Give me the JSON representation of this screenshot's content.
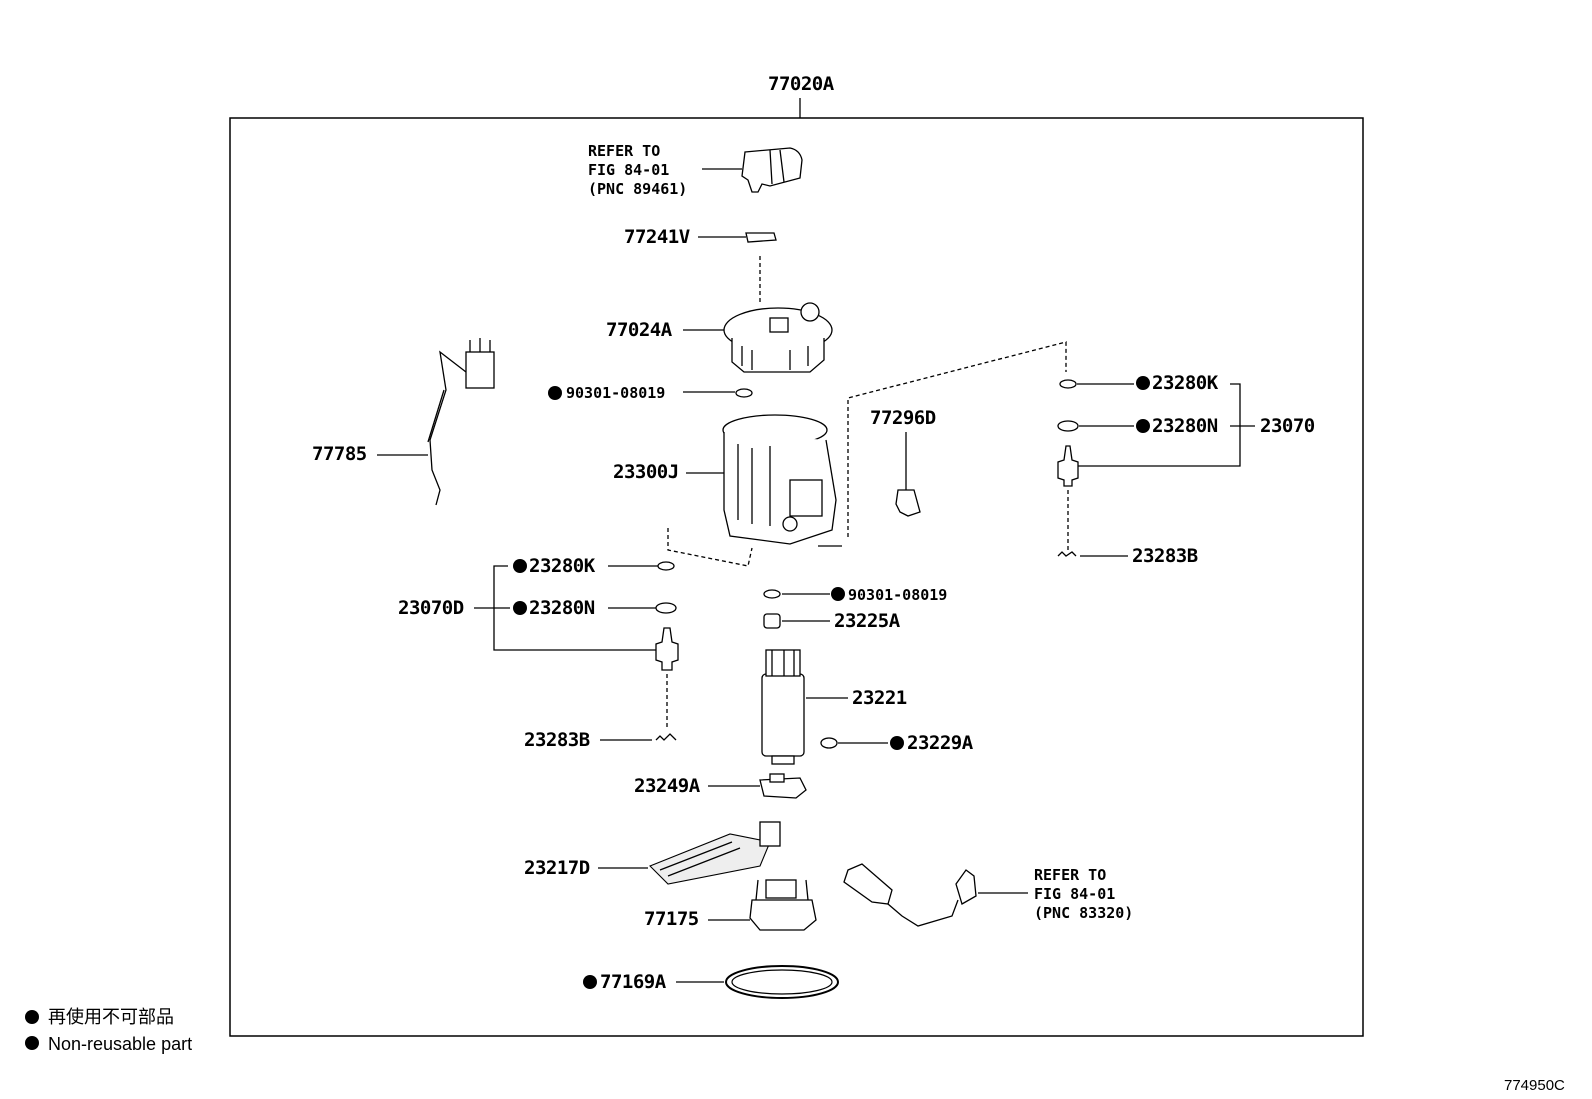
{
  "assembly_label": "77020A",
  "refer_top": [
    "REFER TO",
    "FIG 84-01",
    "(PNC 89461)"
  ],
  "refer_bottom": [
    "REFER TO",
    "FIG 84-01",
    "(PNC 83320)"
  ],
  "parts": {
    "p77241V": "77241V",
    "p77024A": "77024A",
    "p90301_upper": "90301-08019",
    "p23300J": "23300J",
    "p77785": "77785",
    "p77296D": "77296D",
    "p23280K_right": "23280K",
    "p23280N_right": "23280N",
    "p23070": "23070",
    "p23283B_right": "23283B",
    "p23280K_left": "23280K",
    "p23280N_left": "23280N",
    "p23070D": "23070D",
    "p23283B_left": "23283B",
    "p90301_lower": "90301-08019",
    "p23225A": "23225A",
    "p23221": "23221",
    "p23229A": "23229A",
    "p23249A": "23249A",
    "p23217D": "23217D",
    "p77175": "77175",
    "p77169A": "77169A"
  },
  "legend": {
    "jp": "再使用不可部品",
    "en": "Non-reusable part"
  },
  "figure_id": "774950C"
}
